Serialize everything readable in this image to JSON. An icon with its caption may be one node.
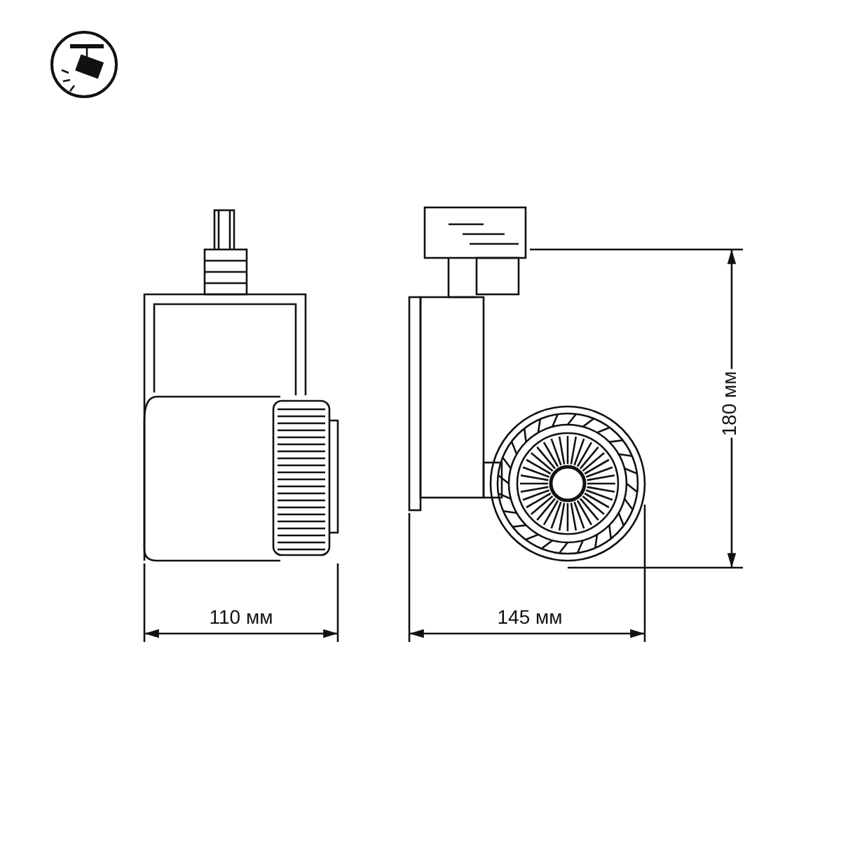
{
  "diagram": {
    "labels": [
      "110 мм",
      "145 мм",
      "180 мм"
    ]
  }
}
